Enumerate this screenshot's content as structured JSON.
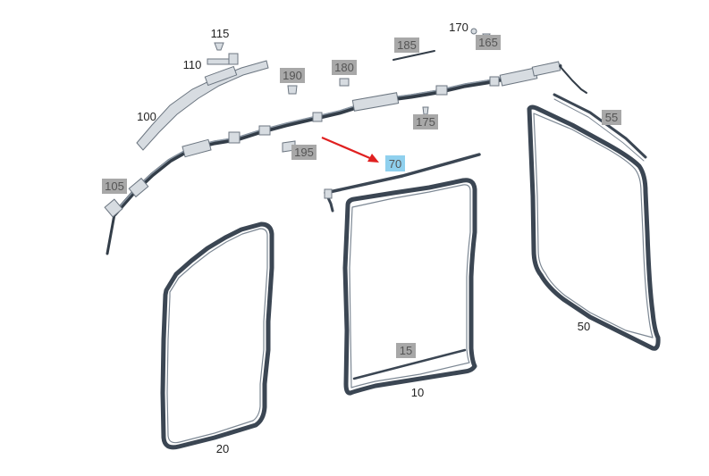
{
  "diagram": {
    "callouts_plain": [
      {
        "id": "c115",
        "text": "115"
      },
      {
        "id": "c110",
        "text": "110"
      },
      {
        "id": "c100",
        "text": "100"
      },
      {
        "id": "c170",
        "text": "170"
      },
      {
        "id": "c50",
        "text": "50"
      },
      {
        "id": "c10",
        "text": "10"
      },
      {
        "id": "c20",
        "text": "20"
      }
    ],
    "callouts_tagged": [
      {
        "id": "t190",
        "text": "190"
      },
      {
        "id": "t180",
        "text": "180"
      },
      {
        "id": "t185",
        "text": "185"
      },
      {
        "id": "t165",
        "text": "165"
      },
      {
        "id": "t175",
        "text": "175"
      },
      {
        "id": "t195",
        "text": "195"
      },
      {
        "id": "t105",
        "text": "105"
      },
      {
        "id": "t55",
        "text": "55"
      },
      {
        "id": "t15",
        "text": "15"
      }
    ],
    "highlighted": {
      "id": "t70",
      "text": "70"
    },
    "colors": {
      "tag_grey": "#a8a8a8",
      "tag_highlight": "#8fd0ee",
      "arrow": "#e02020",
      "seal": "#3b4653"
    }
  }
}
